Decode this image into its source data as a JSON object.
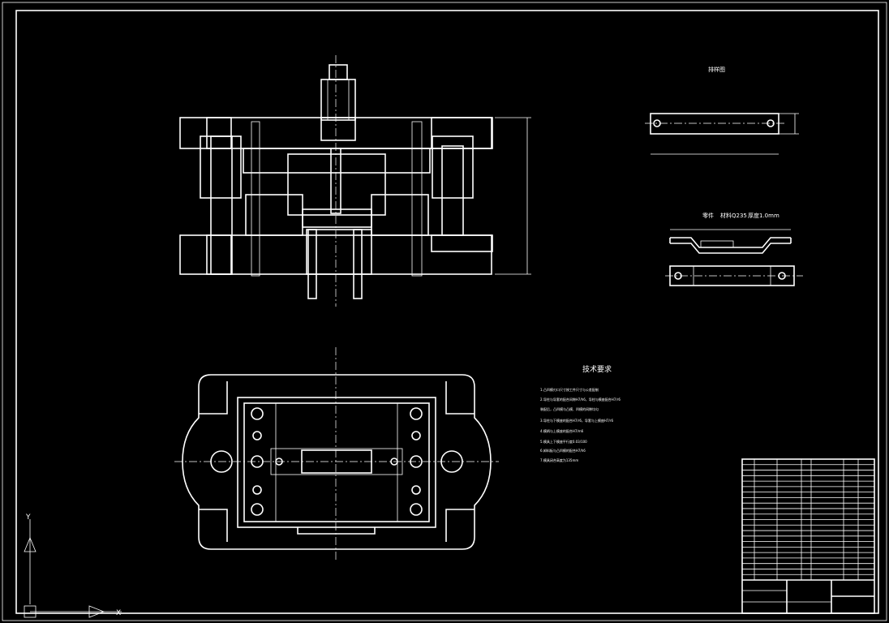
{
  "colors": {
    "background": "#000000",
    "lines": "#ffffff"
  },
  "views": {
    "layout_title": "排样图",
    "part_title": "零件",
    "part_material": "材料Q235",
    "part_thickness": "厚度1.0mm"
  },
  "tech": {
    "title": "技术要求",
    "items": [
      "1.凸凹模刃口尺寸按工件尺寸与公差配制",
      "2.导柱与导套的配合间隙H7/h6，导柱与模座配合H7/r6",
      "  装配后，凸凹模与凸模、凹模的间隙均匀",
      "3.导柱与下模座的配合H7/r6，导套与上模座H7/r6",
      "4.模柄与上模座的配合H7/m6",
      "5.模具上下模座平行度0.03/100",
      "6.卸料板与凸凹模的配合H7/h6",
      "7.模具闭合高度为135mm"
    ]
  },
  "title_block": {
    "rows": 22
  },
  "ucs_icon": {
    "y_label": "Y",
    "x_label": "X"
  }
}
